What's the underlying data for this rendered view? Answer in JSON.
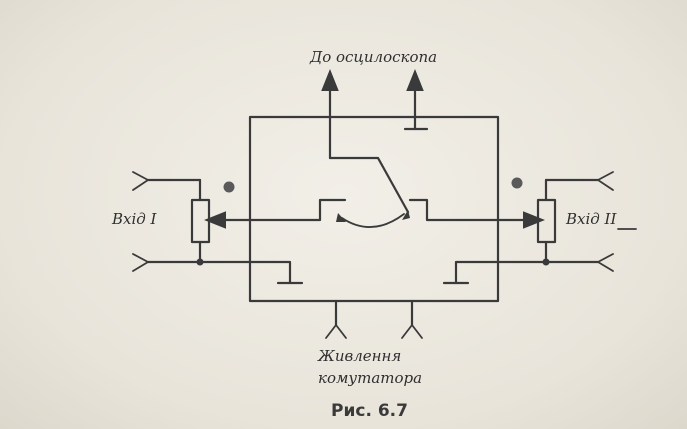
{
  "labels": {
    "oscilloscope": "До осцилоскопа",
    "input_1": "Вхід I",
    "input_2": "Вхід II",
    "power_line1": "Живлення",
    "power_line2": "комутатора",
    "caption": "Рис. 6.7"
  }
}
